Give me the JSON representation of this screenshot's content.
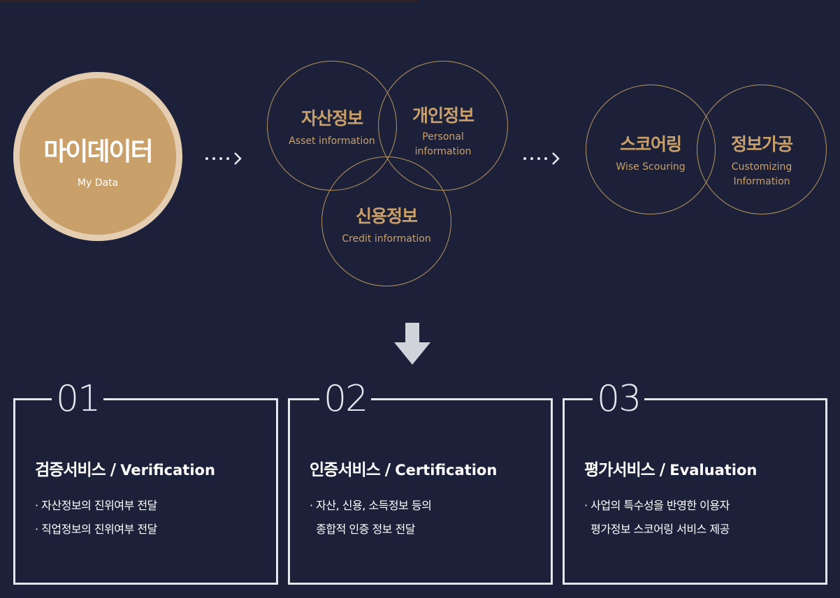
{
  "mydata": {
    "ko": "마이데이터",
    "en": "My Data"
  },
  "sources": [
    {
      "ko": "자산정보",
      "en": "Asset information"
    },
    {
      "ko": "개인정보",
      "en": "Personal information"
    },
    {
      "ko": "신용정보",
      "en": "Credit information"
    }
  ],
  "processing": [
    {
      "ko": "스코어링",
      "en": "Wise Scouring"
    },
    {
      "ko": "정보가공",
      "en": "Customizing Information"
    }
  ],
  "services": [
    {
      "num": "01",
      "title_ko": "검증서비스 / ",
      "title_en": "Verification",
      "lines": [
        "· 자산정보의 진위여부 전달",
        "· 직업정보의 진위여부 전달"
      ]
    },
    {
      "num": "02",
      "title_ko": "인증서비스 / ",
      "title_en": "Certification",
      "lines": [
        "· 자산, 신용, 소득정보 등의",
        "  종합적 인증 정보 전달"
      ]
    },
    {
      "num": "03",
      "title_ko": "평가서비스 /  ",
      "title_en": "Evaluation",
      "lines": [
        "· 사업의 특수성을 반영한 이용자",
        "  평가정보 스코어링 서비스 제공"
      ]
    }
  ],
  "colors": {
    "background": "#1c2139",
    "gold": "#c9a06a",
    "border": "#e5e7ee"
  }
}
